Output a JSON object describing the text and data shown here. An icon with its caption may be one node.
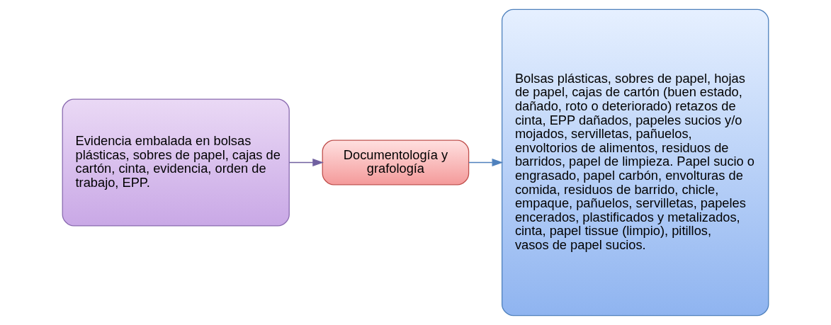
{
  "diagram": {
    "nodes": [
      {
        "text": [
          "Evidencia embalada en bolsas plásticas, sobres de papel, cajas de cartón, cinta, evidencia, orden de trabajo, EPP."
        ]
      },
      {
        "text": [
          "Documentología y grafología"
        ]
      },
      {
        "text": [
          "Bolsas plásticas, sobres de papel, hojas de papel, cajas de cartón (buen estado, dañado, roto o deteriorado) retazos de cinta, EPP dañados, papeles sucios y/o mojados, servilletas, pañuelos, envoltorios de alimentos, residuos de barridos, papel de limpieza. Papel sucio o engrasado, papel carbón, envolturas de comida, residuos de barrido, chicle, empaque, pañuelos, servilletas, papeles encerados, plastificados y metalizados, cinta, papel tissue (limpio), pitillos, vasos de papel sucios."
        ]
      }
    ],
    "edges": [
      {
        "from": 0,
        "to": 1,
        "arrow": "to",
        "color": "#7060a0"
      },
      {
        "from": 1,
        "to": 2,
        "arrow": "to",
        "color": "#4f81bd"
      }
    ]
  }
}
